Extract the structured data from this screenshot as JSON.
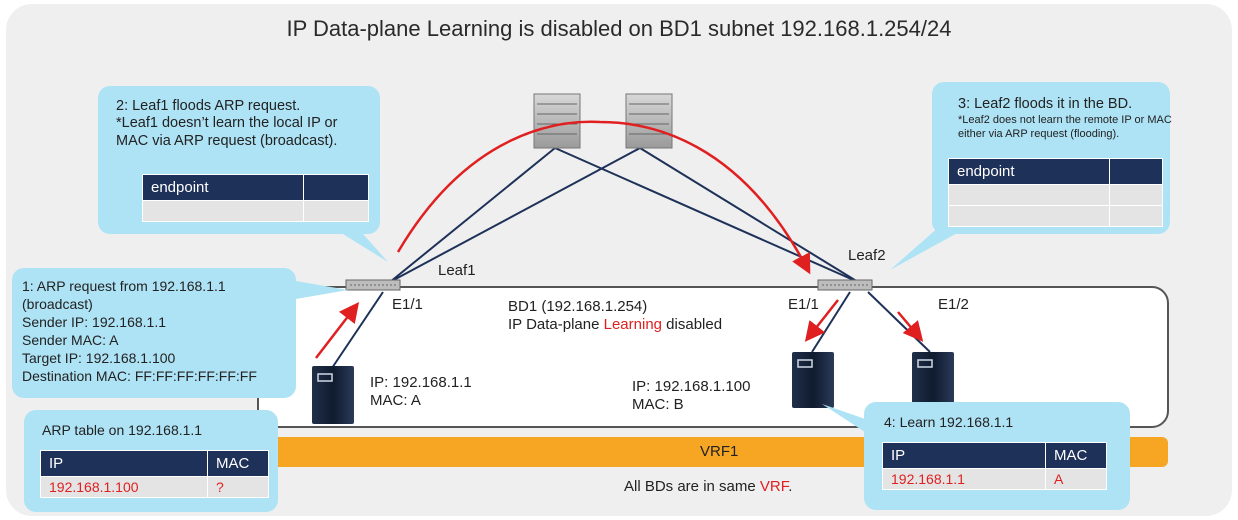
{
  "title": "IP Data-plane Learning is disabled on BD1 subnet 192.168.1.254/24",
  "callout2": {
    "line1": "2: Leaf1 floods ARP request.",
    "line2": "*Leaf1 doesn’t learn the local IP or",
    "line3": "MAC via ARP request (broadcast).",
    "table_header": "endpoint"
  },
  "callout3": {
    "line1": "3: Leaf2 floods it in the BD.",
    "line2": "*Leaf2 does not learn the remote IP or MAC",
    "line3": "either via ARP request (flooding).",
    "table_header": "endpoint"
  },
  "callout1": {
    "line1": "1: ARP request from 192.168.1.1",
    "line2": "(broadcast)",
    "line3": "Sender IP: 192.168.1.1",
    "line4": "Sender MAC: A",
    "line5": "Target IP: 192.168.1.100",
    "line6": "Destination MAC: FF:FF:FF:FF:FF:FF"
  },
  "arp_table": {
    "title": "ARP table on 192.168.1.1",
    "headers": [
      "IP",
      "MAC"
    ],
    "row": [
      "192.168.1.100",
      "?"
    ]
  },
  "callout4": {
    "title": "4: Learn 192.168.1.1",
    "headers": [
      "IP",
      "MAC"
    ],
    "row": [
      "192.168.1.1",
      "A"
    ]
  },
  "labels": {
    "leaf1": "Leaf1",
    "leaf2": "Leaf2",
    "leaf1_port": "E1/1",
    "leaf2_port1": "E1/1",
    "leaf2_port2": "E1/2",
    "bd_line1": "BD1 (192.168.1.254)",
    "bd_line2_pre": "IP Data-plane ",
    "bd_line2_red": "Learning",
    "bd_line2_post": " disabled",
    "host1_ip": "IP: 192.168.1.1",
    "host1_mac": "MAC: A",
    "host2_ip": "IP: 192.168.1.100",
    "host2_mac": "MAC: B",
    "vrf": "VRF1",
    "vrf_note_pre": "All BDs are in same ",
    "vrf_note_red": "VRF",
    "vrf_note_post": "."
  },
  "colors": {
    "callout": "#aee3f5",
    "table_header": "#1e3158",
    "vrf_bar": "#f6a623",
    "accent_red": "#e02020",
    "link": "#1e3158"
  }
}
